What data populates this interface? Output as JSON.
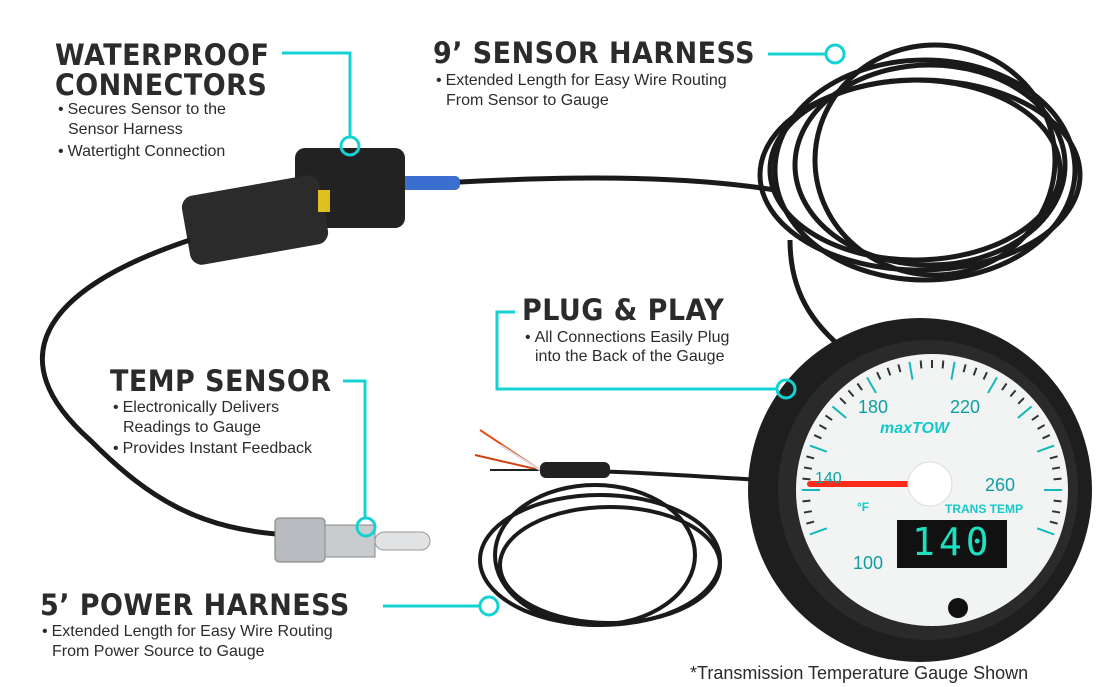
{
  "colors": {
    "accent": "#14d2d2",
    "text": "#2b2b2b",
    "needle": "#ff2a1a"
  },
  "callouts": {
    "waterproof": {
      "title_1": "WATERPROOF",
      "title_2": "CONNECTORS",
      "bullets": [
        "Secures Sensor to the",
        "Sensor Harness",
        "Watertight Connection"
      ]
    },
    "sensor_harness": {
      "title": "9’ SENSOR HARNESS",
      "bullets": [
        "Extended Length for Easy Wire Routing",
        "From Sensor to Gauge"
      ]
    },
    "plug_play": {
      "title": "PLUG & PLAY",
      "bullets": [
        "All Connections Easily Plug",
        "into the Back of the Gauge"
      ]
    },
    "temp_sensor": {
      "title": "TEMP SENSOR",
      "bullets": [
        "Electronically Delivers",
        "Readings to Gauge",
        "Provides Instant Feedback"
      ]
    },
    "power_harness": {
      "title": "5’ POWER HARNESS",
      "bullets": [
        "Extended Length for Easy Wire Routing",
        "From Power Source to Gauge"
      ]
    }
  },
  "gauge": {
    "brand": "maxTOW",
    "label": "TRANS TEMP",
    "unit": "°F",
    "readout": "140",
    "ticks": [
      "100",
      "140",
      "180",
      "220",
      "260"
    ]
  },
  "footnote": "*Transmission Temperature Gauge Shown"
}
